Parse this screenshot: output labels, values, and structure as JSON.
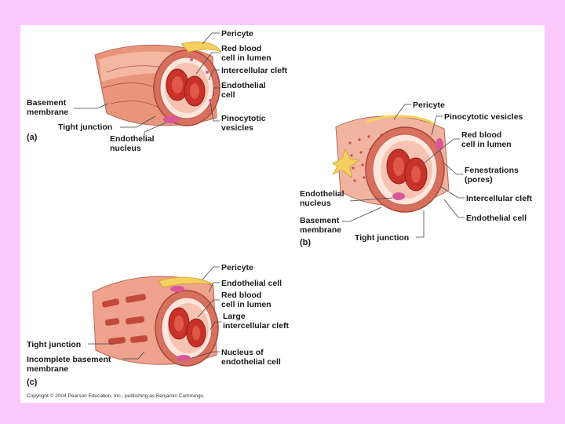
{
  "panel_a": {
    "part_label": "(a)",
    "labels": {
      "pericyte": "Pericyte",
      "rbc_1": "Red blood",
      "rbc_2": "cell in lumen",
      "cleft": "Intercellular cleft",
      "endo_1": "Endothelial",
      "endo_2": "cell",
      "basement_1": "Basement",
      "basement_2": "membrane",
      "tight": "Tight junction",
      "pino_1": "Pinocytotic",
      "pino_2": "vesicles",
      "nucleus_1": "Endothelial",
      "nucleus_2": "nucleus"
    }
  },
  "panel_b": {
    "part_label": "(b)",
    "labels": {
      "pericyte": "Pericyte",
      "pino": "Pinocytotic vesicles",
      "rbc_1": "Red blood",
      "rbc_2": "cell in lumen",
      "fen_1": "Fenestrations",
      "fen_2": "(pores)",
      "nucleus_1": "Endothelial",
      "nucleus_2": "nucleus",
      "cleft": "Intercellular cleft",
      "basement_1": "Basement",
      "basement_2": "membrane",
      "endo": "Endothelial cell",
      "tight": "Tight junction"
    }
  },
  "panel_c": {
    "part_label": "(c)",
    "labels": {
      "pericyte": "Pericyte",
      "endo": "Endothelial cell",
      "rbc_1": "Red blood",
      "rbc_2": "cell in lumen",
      "large_1": "Large",
      "large_2": "intercellular cleft",
      "tight": "Tight junction",
      "incomplete_1": "Incomplete basement",
      "incomplete_2": "membrane",
      "nucleus_1": "Nucleus of",
      "nucleus_2": "endothelial cell"
    }
  },
  "copyright": "Copyright © 2004 Pearson Education, Inc., publishing as Benjamin Cummings.",
  "colors": {
    "background": "#fbc8fb",
    "slide": "#ffffff",
    "vessel_wall": "#f0a890",
    "red_blood_cell": "#c83228",
    "pericyte": "#f5d060",
    "nucleus": "#d8589a"
  }
}
